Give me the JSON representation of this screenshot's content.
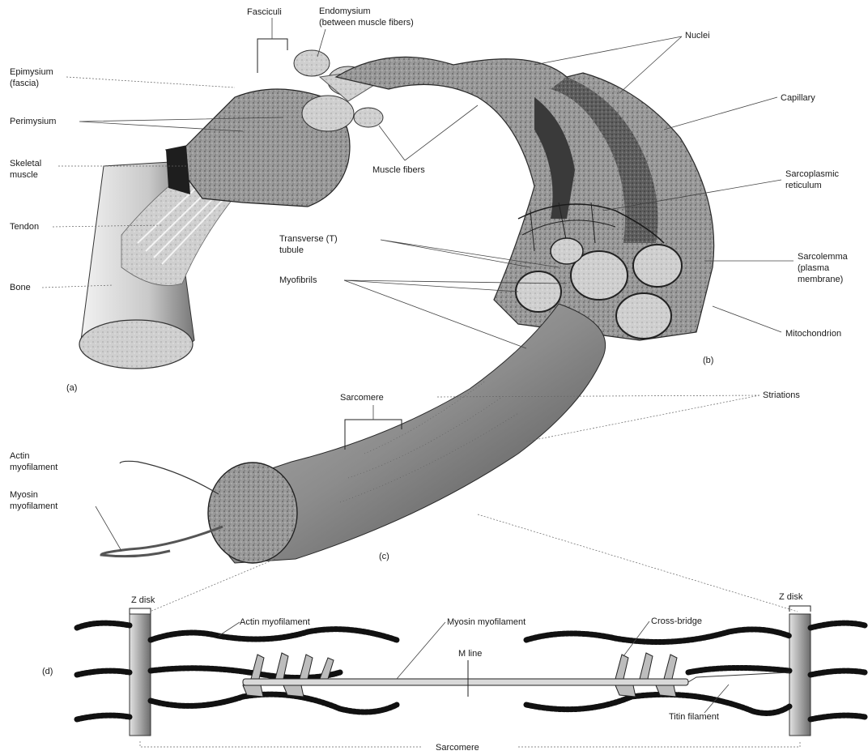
{
  "panel_labels": {
    "a": "(a)",
    "b": "(b)",
    "c": "(c)",
    "d": "(d)"
  },
  "labels_a": {
    "fasciculi": "Fasciculi",
    "endomysium_1": "Endomysium",
    "endomysium_2": "(between muscle fibers)",
    "epimysium_1": "Epimysium",
    "epimysium_2": "(fascia)",
    "perimysium": "Perimysium",
    "skeletal_1": "Skeletal",
    "skeletal_2": "muscle",
    "tendon": "Tendon",
    "bone": "Bone",
    "muscle_fibers": "Muscle fibers"
  },
  "labels_b": {
    "nuclei": "Nuclei",
    "capillary": "Capillary",
    "sr_1": "Sarcoplasmic",
    "sr_2": "reticulum",
    "ttubule_1": "Transverse (T)",
    "ttubule_2": "tubule",
    "myofibrils": "Myofibrils",
    "sarcolemma_1": "Sarcolemma",
    "sarcolemma_2": "(plasma",
    "sarcolemma_3": "membrane)",
    "mitochondrion": "Mitochondrion"
  },
  "labels_c": {
    "sarcomere": "Sarcomere",
    "striations": "Striations",
    "actin_1": "Actin",
    "actin_2": "myofilament",
    "myosin_1": "Myosin",
    "myosin_2": "myofilament"
  },
  "labels_d": {
    "z_disk_left": "Z disk",
    "z_disk_right": "Z disk",
    "actin": "Actin myofilament",
    "myosin": "Myosin myofilament",
    "m_line": "M line",
    "cross_bridge": "Cross-bridge",
    "titin": "Titin filament",
    "sarcomere": "Sarcomere"
  },
  "colors": {
    "tissue": "#8a8a8a",
    "dark": "#2a2a2a",
    "light": "#d4d4d4",
    "filament": "#111111"
  }
}
